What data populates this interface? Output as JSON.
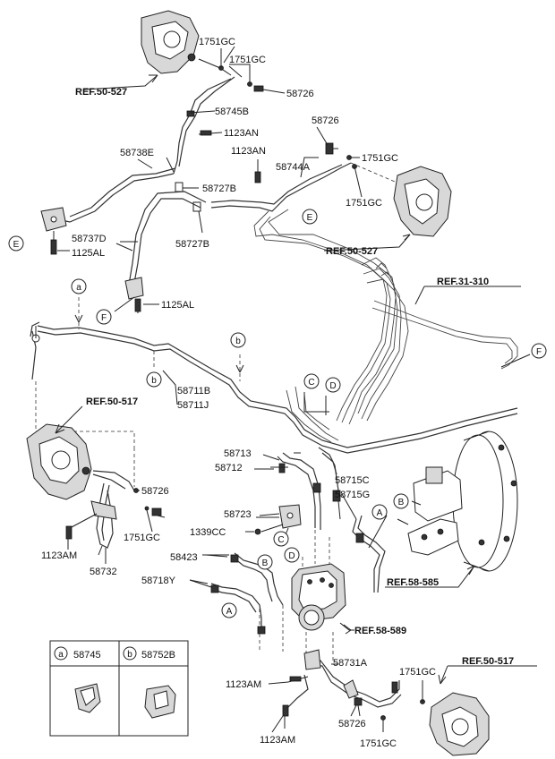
{
  "labels": {
    "l_1751gc_1": "1751GC",
    "l_1751gc_2": "1751GC",
    "l_58726_1": "58726",
    "l_58745b": "58745B",
    "l_1123an_1": "1123AN",
    "l_1123an_2": "1123AN",
    "l_58726_2": "58726",
    "l_1751gc_3": "1751GC",
    "l_58738e": "58738E",
    "l_58744a": "58744A",
    "l_58727b_1": "58727B",
    "l_1751gc_4": "1751GC",
    "l_58737d": "58737D",
    "l_58727b_2": "58727B",
    "l_1125al_1": "1125AL",
    "l_1125al_2": "1125AL",
    "l_58711b": "58711B",
    "l_58711j": "58711J",
    "l_58713": "58713",
    "l_58712": "58712",
    "l_58715c": "58715C",
    "l_58715g": "58715G",
    "l_58726_3": "58726",
    "l_58723": "58723",
    "l_1339cc": "1339CC",
    "l_1751gc_5": "1751GC",
    "l_1123am_1": "1123AM",
    "l_58732": "58732",
    "l_58423": "58423",
    "l_58718y": "58718Y",
    "l_58731a": "58731A",
    "l_1751gc_6": "1751GC",
    "l_1123am_2": "1123AM",
    "l_1123am_3": "1123AM",
    "l_58726_4": "58726",
    "l_1751gc_7": "1751GC"
  },
  "refs": {
    "r_50527_1": "REF.50-527",
    "r_50527_2": "REF.50-527",
    "r_31310": "REF.31-310",
    "r_50517_1": "REF.50-517",
    "r_58585": "REF.58-585",
    "r_58589": "REF.58-589",
    "r_50517_2": "REF.50-517"
  },
  "markers": {
    "m_e1": "E",
    "m_e2": "E",
    "m_f1": "F",
    "m_f2": "F",
    "m_a1": "a",
    "m_b1": "b",
    "m_b2": "b",
    "m_c1": "C",
    "m_d1": "D",
    "m_b3": "B",
    "m_a2": "A",
    "m_c2": "C",
    "m_d2": "D",
    "m_b4": "B",
    "m_a3": "A"
  },
  "legend": {
    "a_letter": "a",
    "a_part": "58745",
    "b_letter": "b",
    "b_part": "58752B"
  }
}
